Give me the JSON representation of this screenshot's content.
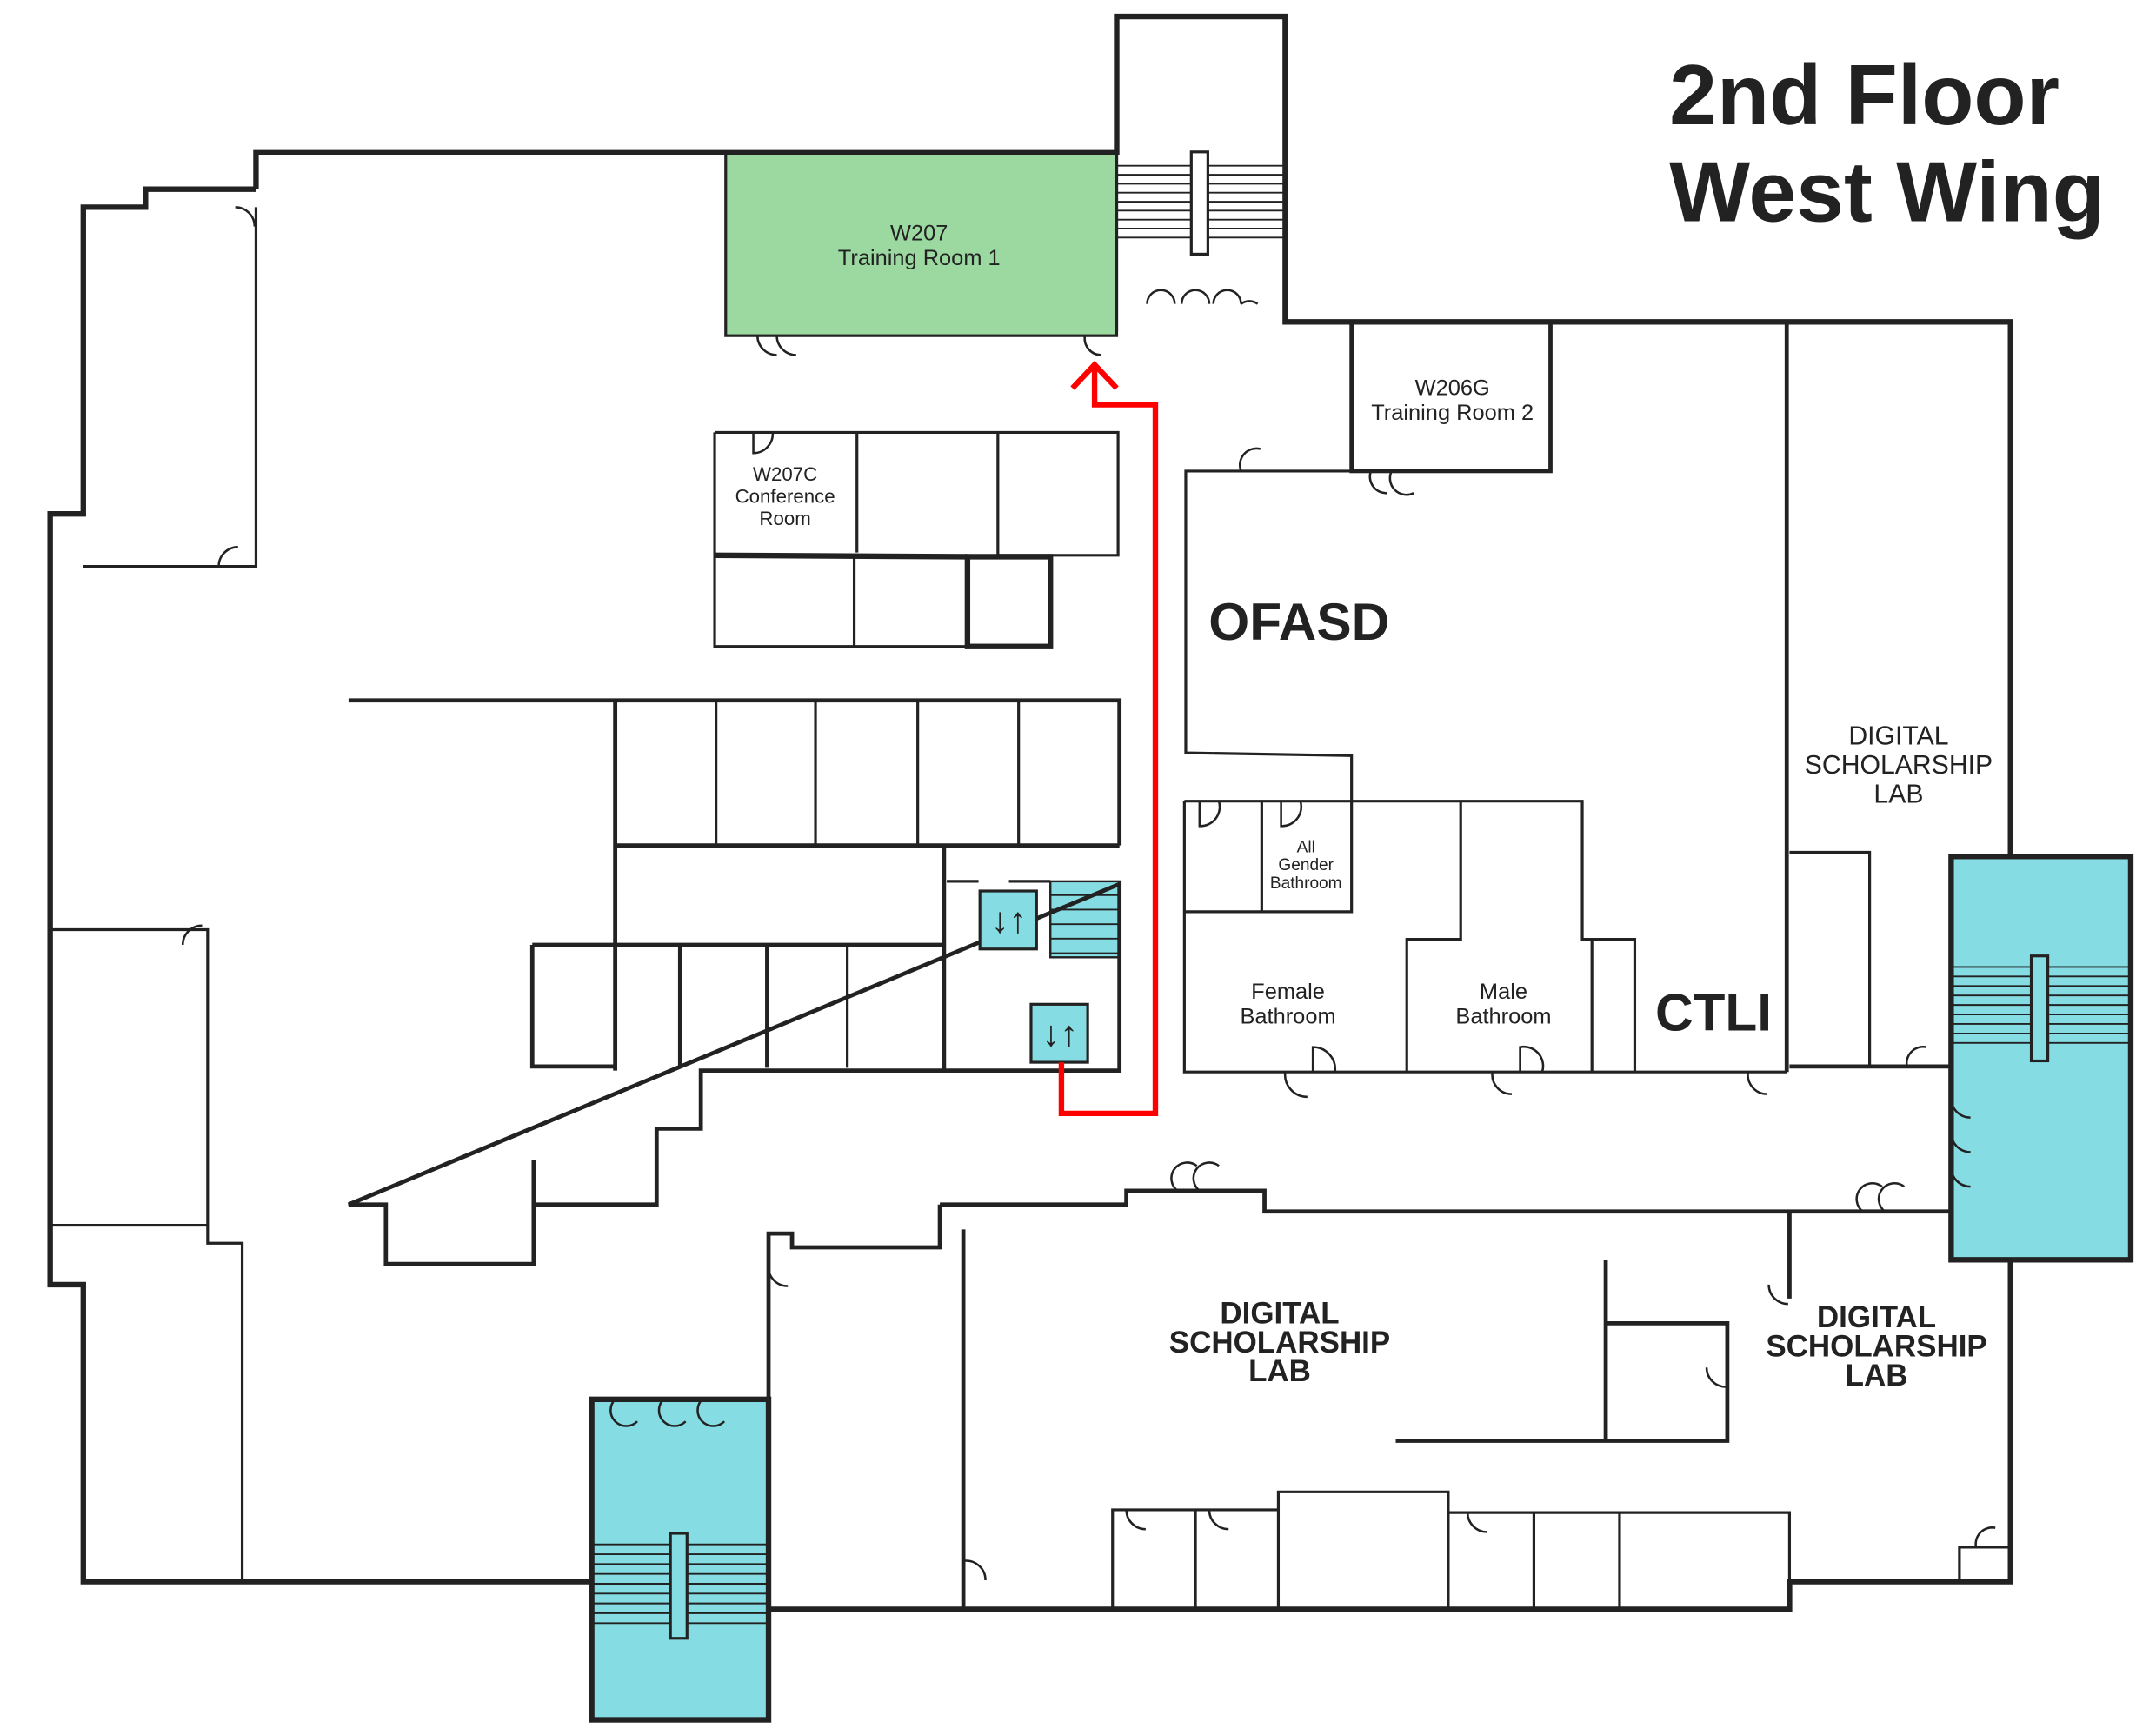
{
  "title": {
    "line1": "2nd Floor",
    "line2": "West Wing"
  },
  "colors": {
    "highlight_room": "#9BD9A1",
    "stairs_elevators": "#86DCE3",
    "route": "#FF0000",
    "walls": "#222222"
  },
  "rooms": {
    "w207": {
      "number": "W207",
      "name": "Training Room 1"
    },
    "w206g": {
      "number": "W206G",
      "name": "Training Room 2"
    },
    "w207c": {
      "line1": "W207C",
      "line2": "Conference",
      "line3": "Room"
    },
    "ofasd": "OFASD",
    "ctli": "CTLI",
    "all_gender": {
      "line1": "All",
      "line2": "Gender",
      "line3": "Bathroom"
    },
    "female": {
      "line1": "Female",
      "line2": "Bathroom"
    },
    "male": {
      "line1": "Male",
      "line2": "Bathroom"
    },
    "dsl_right": {
      "line1": "DIGITAL",
      "line2": "SCHOLARSHIP",
      "line3": "LAB"
    },
    "dsl_bottom": {
      "line1": "DIGITAL",
      "line2": "SCHOLARSHIP",
      "line3": "LAB"
    },
    "dsl_bottom_right": {
      "line1": "DIGITAL",
      "line2": "SCHOLARSHIP",
      "line3": "LAB"
    }
  },
  "icons": {
    "elevator": "elevator-up-down-arrows",
    "route_arrow": "arrow-up"
  }
}
